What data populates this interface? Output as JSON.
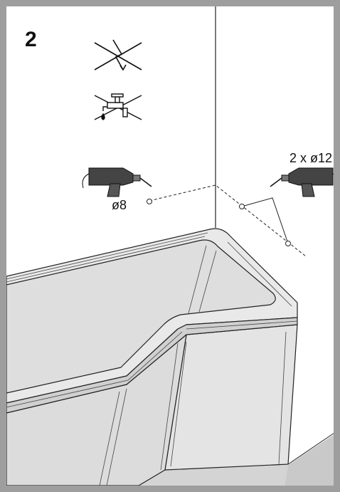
{
  "step": {
    "number": "2"
  },
  "drills": {
    "small_hole_label": "ø8",
    "large_hole_label": "2 x ø12"
  },
  "icons": {
    "no_electrical_cables": "no-electrical-cable-icon",
    "no_water_pipes": "no-water-pipe-icon",
    "drill": "power-drill-icon"
  },
  "colors": {
    "frame": "#9e9e9e",
    "tub_fill": "#e6e6e6",
    "tub_shadow": "#d2d2d2",
    "floor": "#c8c8c8",
    "line": "#222222"
  }
}
